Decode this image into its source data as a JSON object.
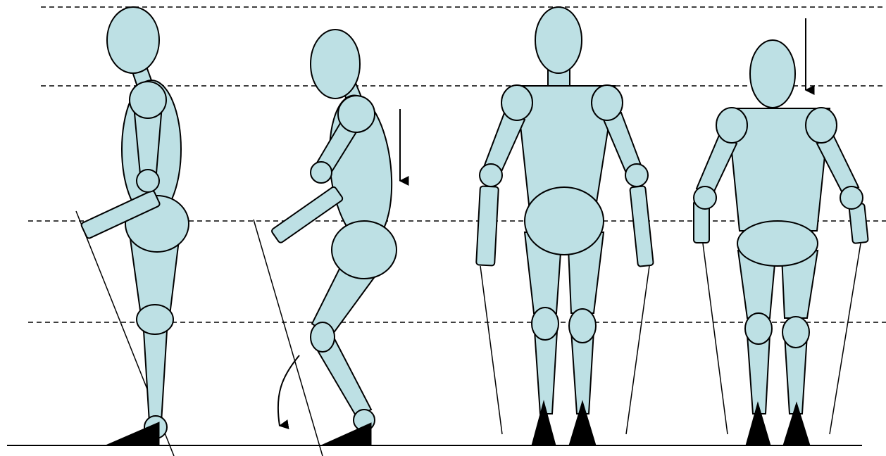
{
  "figure": {
    "fill_color": "#bde0e4",
    "stroke_color": "#000000",
    "background": "#ffffff",
    "figures": [
      "side-view-upright",
      "side-view-crouched",
      "front-view-upright",
      "front-view-lowered"
    ],
    "guide_line_style": "dashed",
    "annotations": [
      "downward-arrow",
      "downward-arrow",
      "curved-rotation-arrow"
    ]
  }
}
